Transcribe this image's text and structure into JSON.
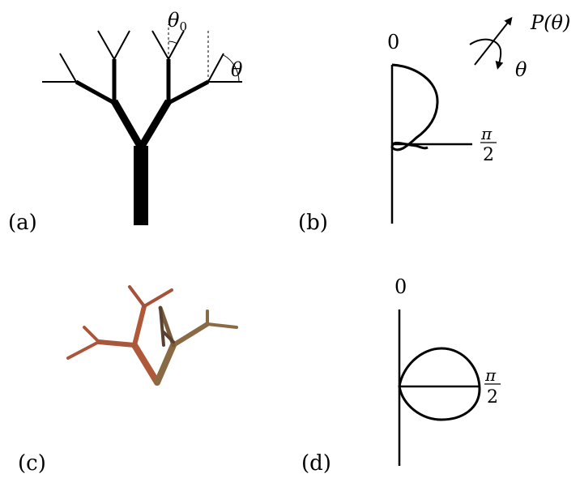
{
  "panels": {
    "a": {
      "label": "(a)",
      "theta0_symbol": "θ",
      "theta0_subscript": "0",
      "theta_symbol": "θ"
    },
    "b": {
      "label": "(b)",
      "axis_zero": "0",
      "pi_num": "π",
      "pi_den": "2",
      "legend_func": "P(θ)",
      "legend_theta": "θ"
    },
    "c": {
      "label": "(c)"
    },
    "d": {
      "label": "(d)",
      "axis_zero": "0",
      "pi_num": "π",
      "pi_den": "2"
    }
  },
  "colors": {
    "ink": "#000000",
    "tree3d_base": "#b5603a",
    "tree3d_shade": "#7a5a3a"
  }
}
